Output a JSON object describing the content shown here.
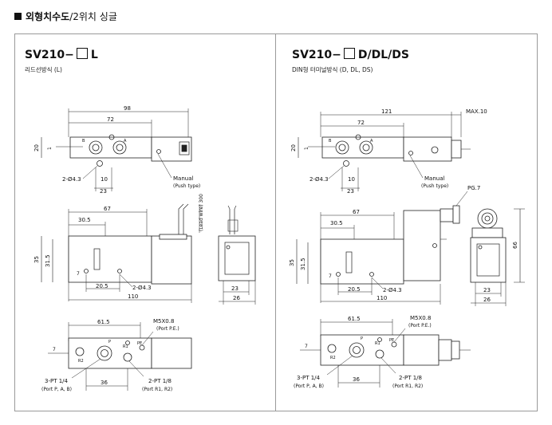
{
  "header": {
    "title": "외형치수도",
    "subtitle": "/2위치 싱글"
  },
  "left": {
    "model_prefix": "SV210−",
    "model_suffix": "L",
    "subtitle": "리드선방식 (L)",
    "top_view": {
      "dim_overall": "98",
      "dim_body": "72",
      "dim_height": "20",
      "dim_small": "1",
      "port_b": "B",
      "port_a": "A",
      "hole_label": "2-Ø4.3",
      "dim_10": "10",
      "dim_23": "23",
      "manual_label": "Manual",
      "manual_sub": "(Push type)"
    },
    "side_view": {
      "dim_67": "67",
      "dim_30_5": "30.5",
      "dim_35": "35",
      "dim_31_5": "31.5",
      "dim_7": "7",
      "dim_20_5": "20.5",
      "hole_label": "2-Ø4.3",
      "dim_110": "110",
      "lead_label": "(Lead wire) 300",
      "dim_23": "23",
      "dim_26": "26"
    },
    "bottom_view": {
      "dim_61_5": "61.5",
      "m5_label": "M5X0.8",
      "m5_sub": "(Port P.E.)",
      "dim_7": "7",
      "port_p": "P",
      "port_r1": "R1",
      "port_pe": "PE",
      "port_r2": "R2",
      "pt14_label": "3-PT 1/4",
      "pt14_sub": "(Port P, A, B)",
      "dim_36": "36",
      "pt18_label": "2-PT 1/8",
      "pt18_sub": "(Port R1, R2)"
    }
  },
  "right": {
    "model_prefix": "SV210−",
    "model_suffix": "D/DL/DS",
    "subtitle": "DIN형 터미널방식 (D, DL, DS)",
    "top_view": {
      "dim_overall": "121",
      "dim_max": "MAX.10",
      "dim_body": "72",
      "dim_height": "20",
      "dim_small": "1",
      "port_b": "B",
      "port_a": "A",
      "hole_label": "2-Ø4.3",
      "dim_10": "10",
      "dim_23": "23",
      "manual_label": "Manual",
      "manual_sub": "(Push type)",
      "pg_label": "PG.7"
    },
    "side_view": {
      "dim_67": "67",
      "dim_30_5": "30.5",
      "dim_35": "35",
      "dim_31_5": "31.5",
      "dim_7": "7",
      "dim_20_5": "20.5",
      "hole_label": "2-Ø4.3",
      "dim_110": "110",
      "dim_66": "66",
      "dim_23": "23",
      "dim_26": "26"
    },
    "bottom_view": {
      "dim_61_5": "61.5",
      "m5_label": "M5X0.8",
      "m5_sub": "(Port P.E.)",
      "dim_7": "7",
      "port_p": "P",
      "port_r1": "R1",
      "port_pe": "PE",
      "port_r2": "R2",
      "pt14_label": "3-PT 1/4",
      "pt14_sub": "(Port P, A, B)",
      "dim_36": "36",
      "pt18_label": "2-PT 1/8",
      "pt18_sub": "(Port R1, R2)"
    }
  }
}
